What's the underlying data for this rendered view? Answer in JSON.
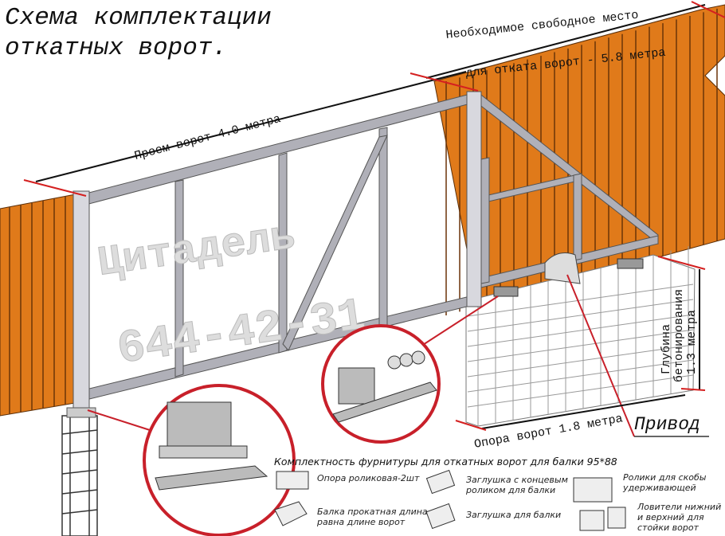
{
  "title": {
    "line1": "Схема комплектации",
    "line2": "откатных ворот."
  },
  "dimensions": {
    "opening": "Проем ворот 4.0 метра",
    "free_space_line1": "Необходимое свободное место",
    "free_space_line2": "для отката ворот - 5.8 метра",
    "support": "Опора ворот 1.8 метра",
    "depth_line1": "Глубина",
    "depth_line2": "бетонирования",
    "depth_line3": "1.3 метра"
  },
  "drive_label": "Привод",
  "watermark": {
    "name": "Цитадель",
    "phone": "644-42-31"
  },
  "legend": {
    "title": "Комплектность фурнитуры для откатных ворот для балки 95*88",
    "items": [
      {
        "icon": "roller-support-icon",
        "line1": "Опора роликовая-2шт",
        "line2": ""
      },
      {
        "icon": "end-cap-roller-icon",
        "line1": "Заглушка с концевым",
        "line2": "роликом для балки"
      },
      {
        "icon": "bracket-rollers-icon",
        "line1": "Ролики для скобы",
        "line2": "удерживающей"
      },
      {
        "icon": "beam-icon",
        "line1": "Балка прокатная длина",
        "line2": "равна длине ворот"
      },
      {
        "icon": "end-cap-icon",
        "line1": "Заглушка для балки",
        "line2": ""
      },
      {
        "icon": "catcher-icon",
        "line1": "Ловители нижний",
        "line2": "и верхний для",
        "line3": "стойки ворот"
      }
    ]
  },
  "colors": {
    "fence": "#e07a1a",
    "frame": "#a9a9b0",
    "dimension_marker": "#d42020",
    "circle": "#c8202a"
  }
}
